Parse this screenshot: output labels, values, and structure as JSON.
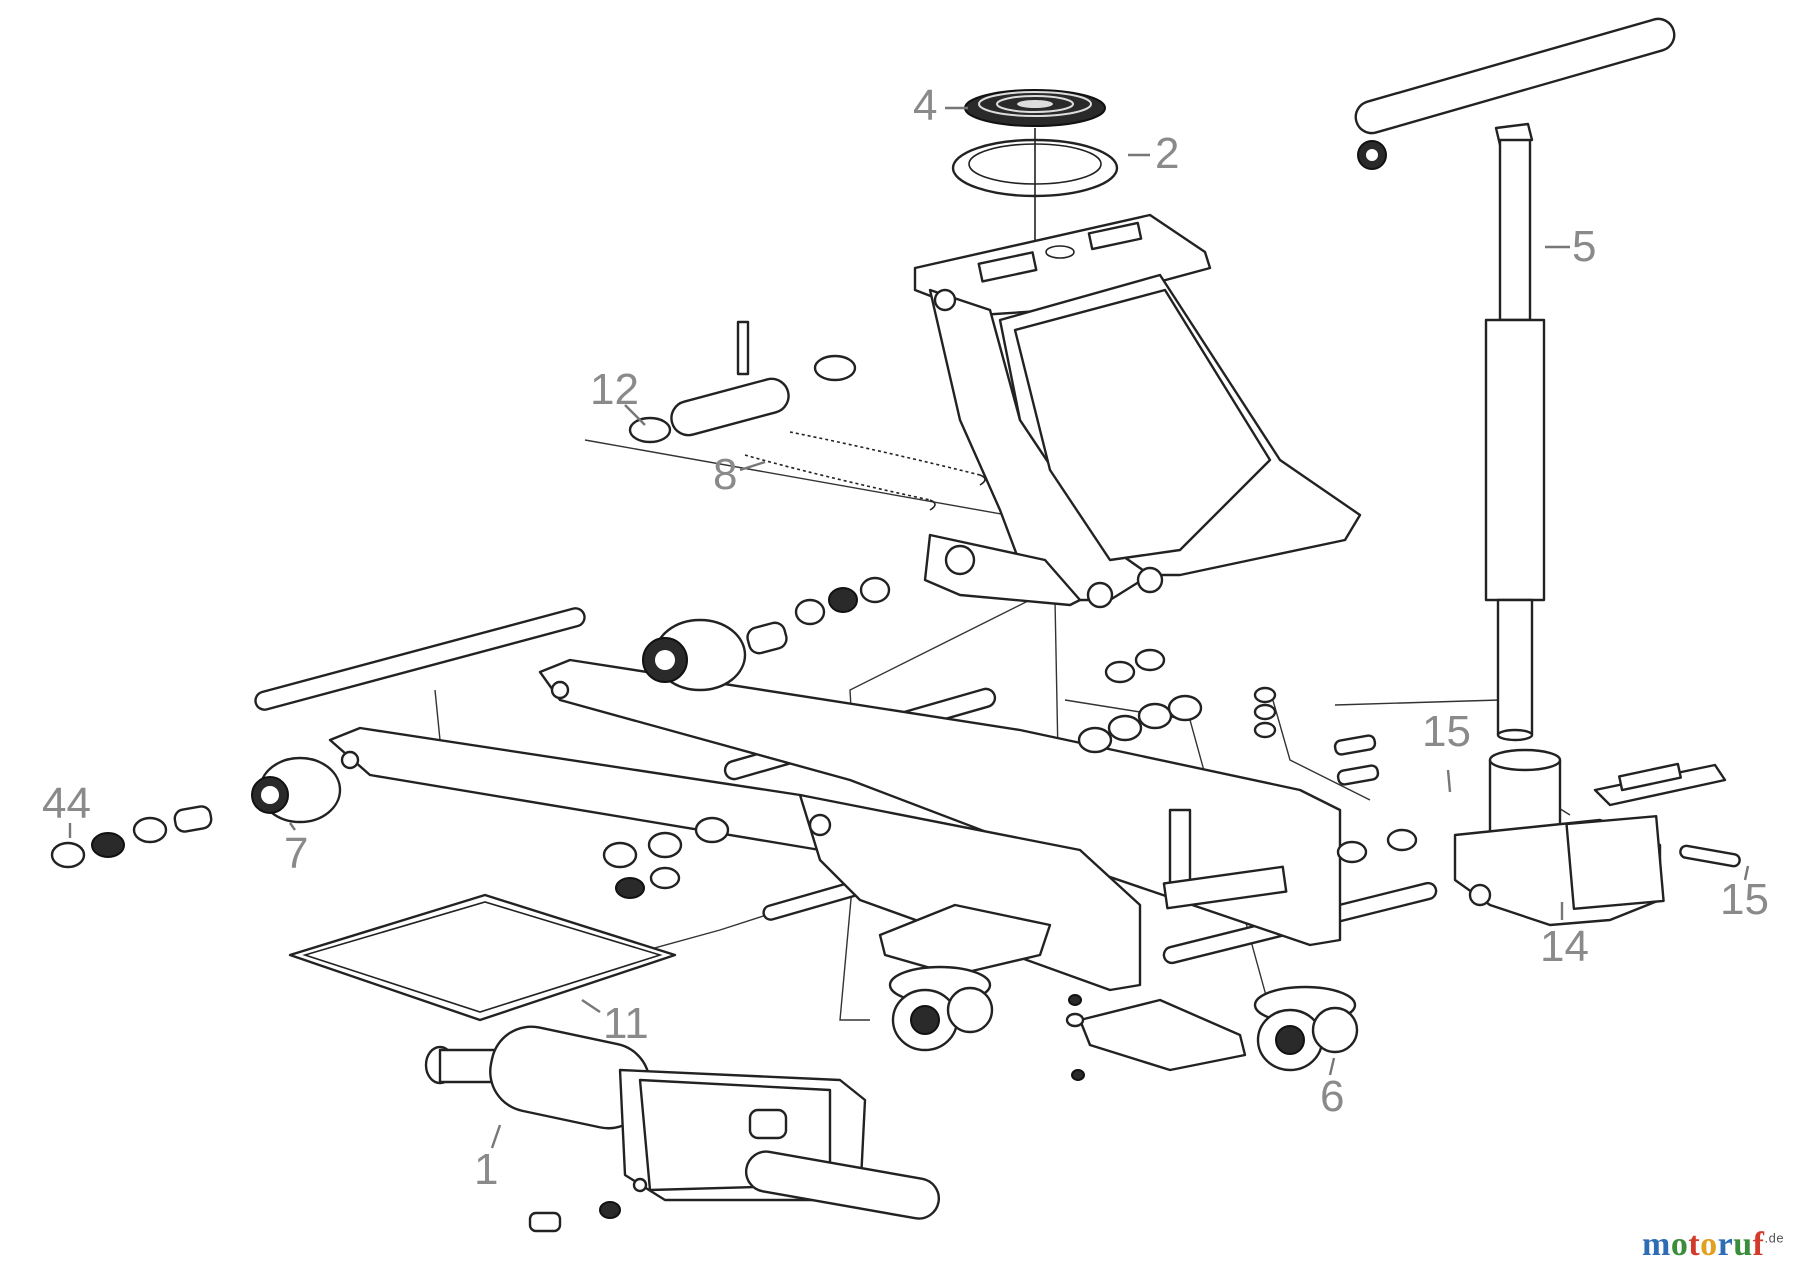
{
  "callouts": [
    {
      "id": "1",
      "label": "1"
    },
    {
      "id": "2",
      "label": "2"
    },
    {
      "id": "4",
      "label": "4"
    },
    {
      "id": "5",
      "label": "5"
    },
    {
      "id": "6",
      "label": "6"
    },
    {
      "id": "7",
      "label": "7"
    },
    {
      "id": "8",
      "label": "8"
    },
    {
      "id": "11",
      "label": "11"
    },
    {
      "id": "12",
      "label": "12"
    },
    {
      "id": "14",
      "label": "14"
    },
    {
      "id": "15a",
      "label": "15"
    },
    {
      "id": "15b",
      "label": "15"
    },
    {
      "id": "44",
      "label": "44"
    }
  ],
  "watermark": {
    "letters": [
      {
        "ch": "m",
        "color": "#2e6db4"
      },
      {
        "ch": "o",
        "color": "#3a8d3a"
      },
      {
        "ch": "t",
        "color": "#d23a2a"
      },
      {
        "ch": "o",
        "color": "#e0a020"
      },
      {
        "ch": "r",
        "color": "#2e6db4"
      },
      {
        "ch": "u",
        "color": "#3a8d3a"
      },
      {
        "ch": "f",
        "color": "#d23a2a"
      }
    ],
    "suffix": ".de"
  }
}
